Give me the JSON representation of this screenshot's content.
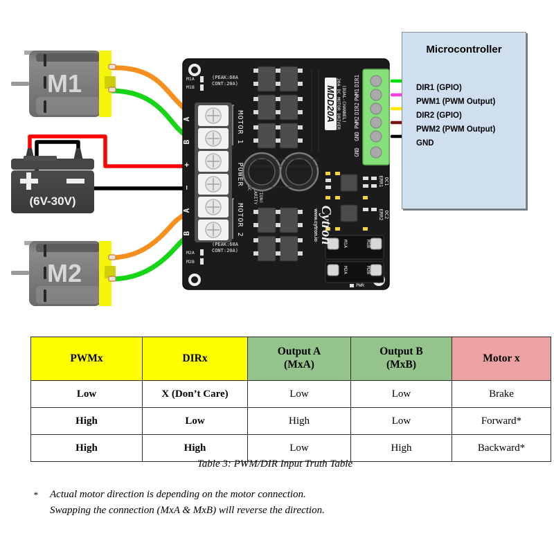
{
  "diagram": {
    "motors": [
      {
        "label": "M1",
        "terminal_a_color": "#f5901e",
        "terminal_b_color": "#16d416"
      },
      {
        "label": "M2",
        "terminal_a_color": "#f5901e",
        "terminal_b_color": "#16d416"
      }
    ],
    "battery": {
      "voltage_label": "(6V-30V)",
      "plus_label": "+",
      "minus_label": "−",
      "positive_wire_color": "#ff0000",
      "negative_wire_color": "#000000"
    },
    "board": {
      "part_number": "MDD20A",
      "subtitle_line1": "20A DC MOTOR DRIVER",
      "subtitle_line2": "(DUAL-CHANNEL)",
      "brand": "Cytron",
      "brand_url": "www.cytron.io",
      "power_rating_line1": "(PEAK:60A",
      "power_rating_line2": "CONT:20A)",
      "motor1_block_label": "MOTOR 1",
      "motor2_block_label": "MOTOR 2",
      "power_block_label": "POWER",
      "power_note_line1": "6-30VDC",
      "power_note_line2": "(NO POLARITY",
      "power_note_line3": "PROTECTION)",
      "screw_terminal_labels": [
        "A",
        "B",
        "+",
        "−",
        "A",
        "B"
      ],
      "silk_labels": [
        "M1A",
        "M1B",
        "M2A",
        "M2B",
        "PWR"
      ],
      "header_pins": [
        "DIR1",
        "PWM1",
        "DIR2",
        "PWM2",
        "GND",
        "GND"
      ],
      "misc_silk": [
        "ERR1",
        "OC1",
        "ERR2",
        "OC2"
      ]
    },
    "microcontroller": {
      "title": "Microcontroller",
      "pins": [
        {
          "label": "DIR1 (GPIO)",
          "wire_color": "#00e000"
        },
        {
          "label": "PWM1 (PWM Output)",
          "wire_color": "#ff3ce0"
        },
        {
          "label": "DIR2 (GPIO)",
          "wire_color": "#ffe800"
        },
        {
          "label": "PWM2 (PWM Output)",
          "wire_color": "#7a1410"
        },
        {
          "label": "GND",
          "wire_color": "#000000"
        }
      ]
    }
  },
  "table": {
    "headers": [
      {
        "text": "PWMx",
        "color": "#ffff00"
      },
      {
        "text": "DIRx",
        "color": "#ffff00"
      },
      {
        "text": "Output A\n(MxA)",
        "line1": "Output A",
        "line2": "(MxA)",
        "color": "#94c38b"
      },
      {
        "text": "Output B\n(MxB)",
        "line1": "Output B",
        "line2": "(MxB)",
        "color": "#94c38b"
      },
      {
        "text": "Motor x",
        "color": "#eda3a3"
      }
    ],
    "rows": [
      {
        "pwmx": "Low",
        "dirx": "X (Don’t Care)",
        "output_a": "Low",
        "output_b": "Low",
        "motor": "Brake"
      },
      {
        "pwmx": "High",
        "dirx": "Low",
        "output_a": "High",
        "output_b": "Low",
        "motor": "Forward*"
      },
      {
        "pwmx": "High",
        "dirx": "High",
        "output_a": "Low",
        "output_b": "High",
        "motor": "Backward*"
      }
    ],
    "caption": "Table 3: PWM/DIR Input Truth Table"
  },
  "footnote": {
    "marker": "*",
    "line1": "Actual motor direction is depending on the motor connection.",
    "line2": "Swapping the connection (MxA & MxB) will reverse the direction."
  }
}
